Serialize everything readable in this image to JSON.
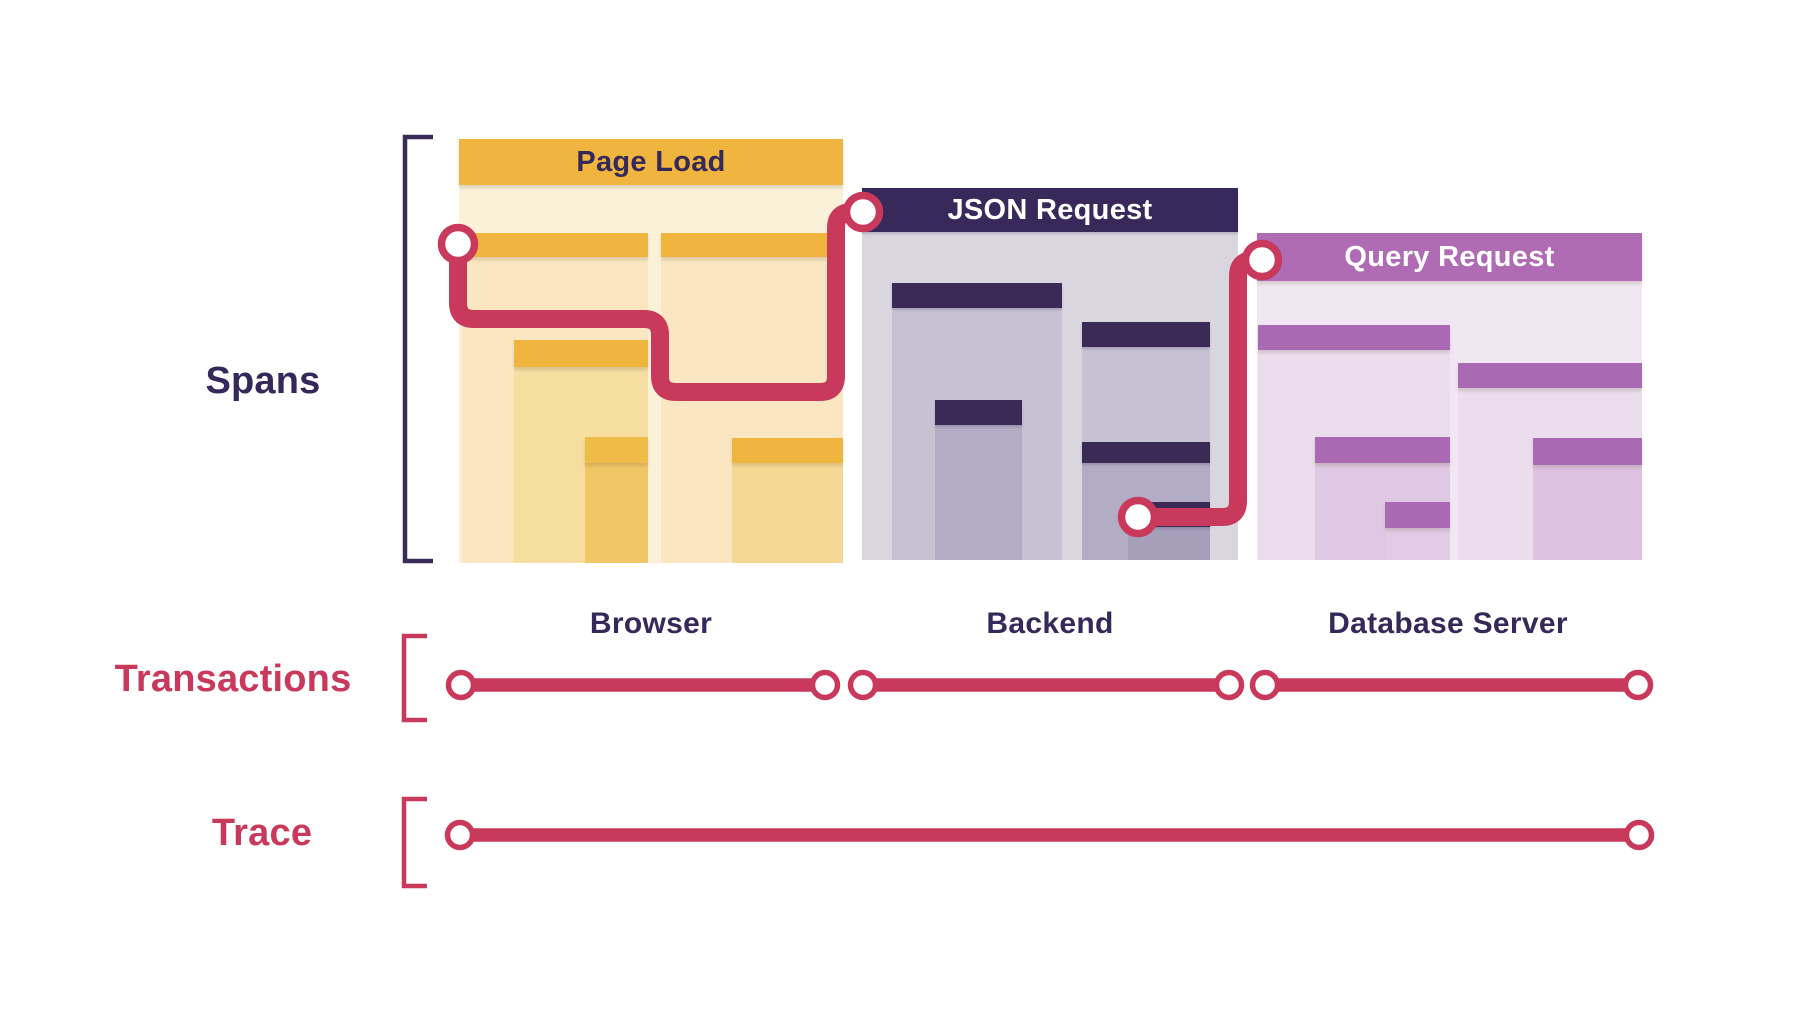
{
  "diagram": {
    "sections": {
      "spans": {
        "label": "Spans"
      },
      "transactions": {
        "label": "Transactions"
      },
      "trace": {
        "label": "Trace"
      }
    },
    "panels": [
      {
        "id": "browser",
        "title": "Page Load",
        "service_label": "Browser",
        "accent": "#F0B53E"
      },
      {
        "id": "backend",
        "title": "JSON Request",
        "service_label": "Backend",
        "accent": "#39295A"
      },
      {
        "id": "database",
        "title": "Query Request",
        "service_label": "Database Server",
        "accent": "#AF6CB5"
      }
    ],
    "colors": {
      "flow_red": "#C8395B",
      "navy": "#35295A",
      "gold": "#F0B53E",
      "purple": "#AF6CB5",
      "browser_bg": "#FBF1D9",
      "backend_bg": "#D9D6E0",
      "database_bg": "#F1E7F3"
    }
  }
}
